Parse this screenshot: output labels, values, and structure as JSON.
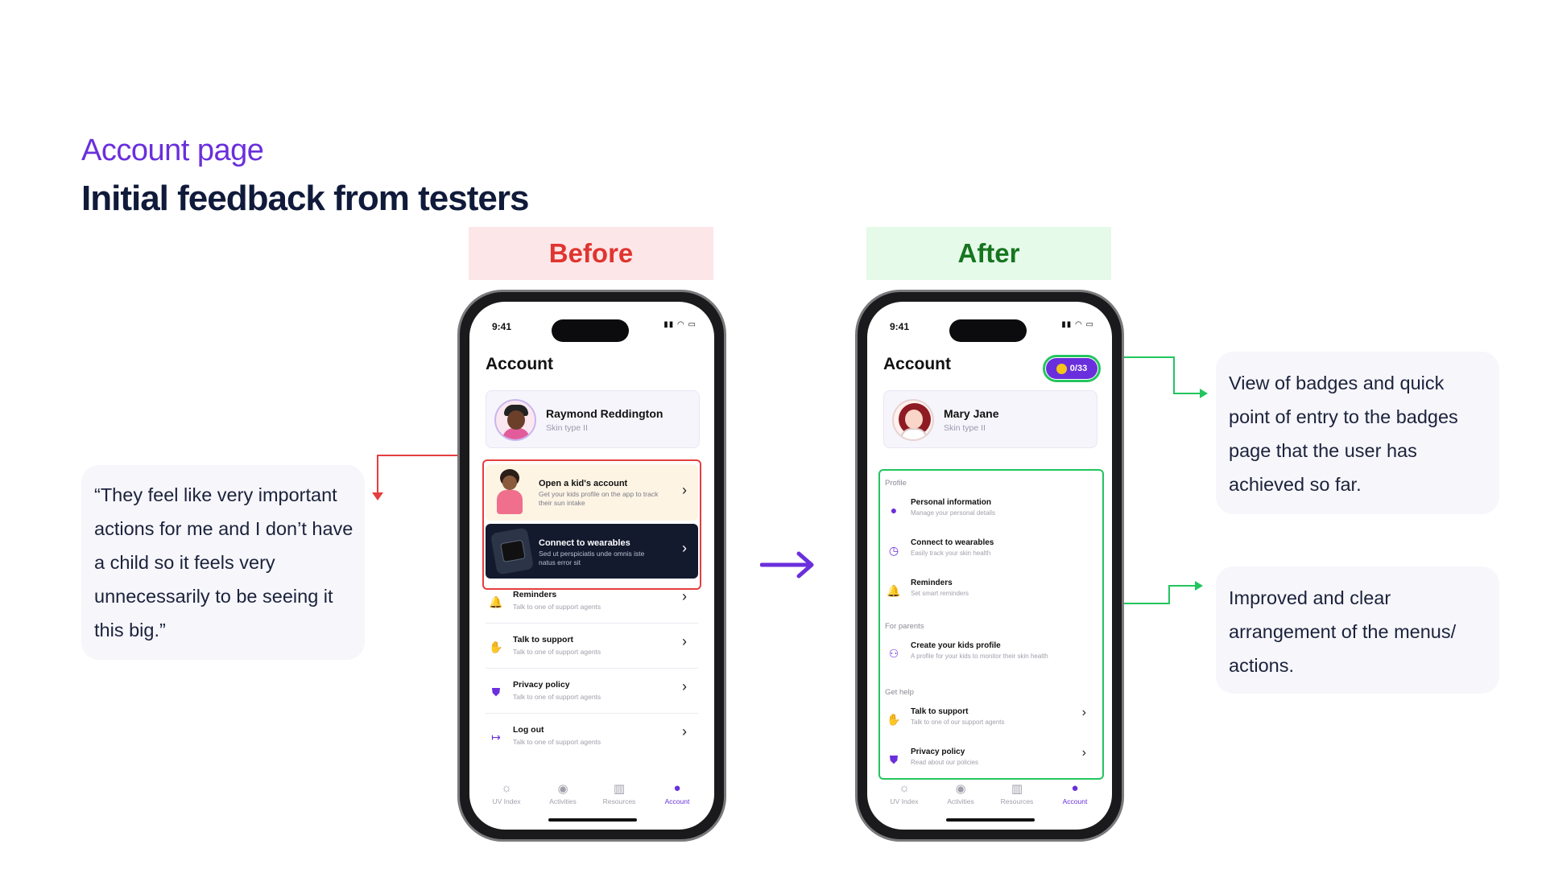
{
  "header": {
    "kicker": "Account page",
    "title": "Initial feedback from testers"
  },
  "labels": {
    "before": "Before",
    "after": "After"
  },
  "quote": {
    "lines": [
      "“They feel like very important",
      "actions for me and I don’t have",
      "a child so it feels very",
      "unnecessarily to be seeing it",
      "this big.”"
    ]
  },
  "notes": {
    "badges": [
      "View of badges and quick",
      "point of entry to the badges",
      "page that the user has",
      "achieved so far."
    ],
    "arrangement": [
      "Improved and clear",
      "arrangement of the menus/",
      "actions."
    ]
  },
  "colors": {
    "accent": "#6a2fdc",
    "before": "#e0342f",
    "after": "#16751f",
    "highlight_red": "#e53e3e",
    "highlight_green": "#22c55e"
  },
  "phone_before": {
    "time": "9:41",
    "title": "Account",
    "profile": {
      "name": "Raymond Reddington",
      "skin": "Skin type II"
    },
    "kid_card": {
      "title": "Open a kid's account",
      "subtitle": "Get your kids profile on the app to track their sun intake"
    },
    "wearables_card": {
      "title": "Connect to wearables",
      "subtitle": "Sed ut perspiciatis unde omnis iste natus error sit"
    },
    "menu": [
      {
        "icon": "bell-icon",
        "title": "Reminders",
        "subtitle": "Talk to one of support agents"
      },
      {
        "icon": "hand-heart-icon",
        "title": "Talk to support",
        "subtitle": "Talk to one of support agents"
      },
      {
        "icon": "shield-icon",
        "title": "Privacy policy",
        "subtitle": "Talk to one of support agents"
      },
      {
        "icon": "logout-icon",
        "title": "Log out",
        "subtitle": "Talk to one of support agents"
      }
    ],
    "tabs": [
      "UV Index",
      "Activities",
      "Resources",
      "Account"
    ]
  },
  "phone_after": {
    "time": "9:41",
    "title": "Account",
    "badge": "0/33",
    "profile": {
      "name": "Mary Jane",
      "skin": "Skin type II"
    },
    "sections": {
      "profile": "Profile",
      "parents": "For parents",
      "help": "Get help"
    },
    "profile_items": [
      {
        "icon": "user-icon",
        "title": "Personal information",
        "subtitle": "Manage your personal details"
      },
      {
        "icon": "clock-icon",
        "title": "Connect to wearables",
        "subtitle": "Easily track your skin health"
      },
      {
        "icon": "bell-icon",
        "title": "Reminders",
        "subtitle": "Set smart reminders"
      }
    ],
    "parent_items": [
      {
        "icon": "users-icon",
        "title": "Create your kids profile",
        "subtitle": "A profile for your kids to monitor their skin health"
      }
    ],
    "help_items": [
      {
        "icon": "hand-heart-icon",
        "title": "Talk to support",
        "subtitle": "Talk to one of our support agents"
      },
      {
        "icon": "shield-icon",
        "title": "Privacy policy",
        "subtitle": "Read about our policies"
      }
    ],
    "tabs": [
      "UV Index",
      "Activities",
      "Resources",
      "Account"
    ]
  }
}
